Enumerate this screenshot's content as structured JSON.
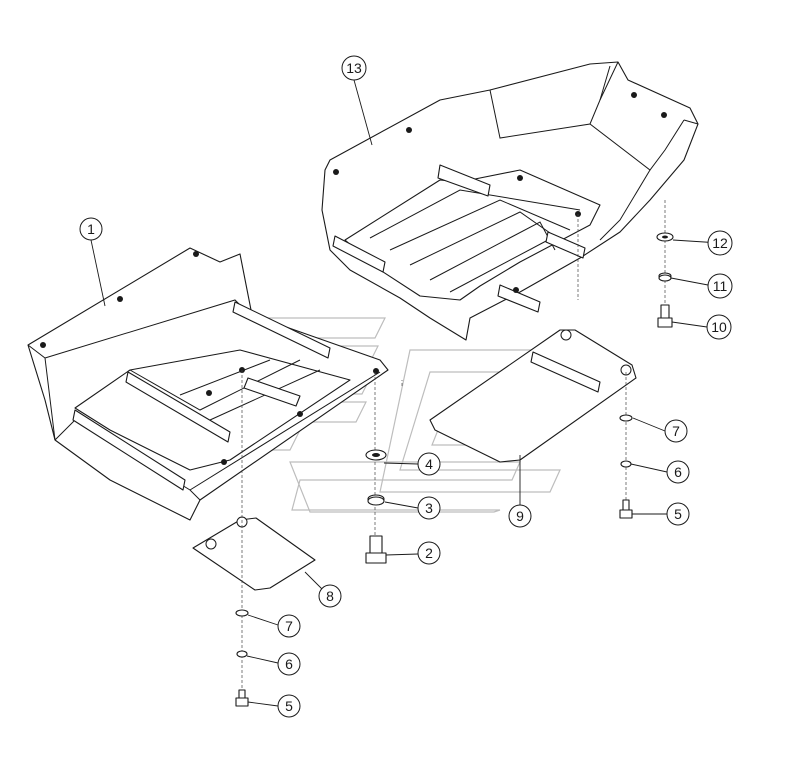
{
  "callouts": [
    {
      "id": "c1",
      "label": "1"
    },
    {
      "id": "c2",
      "label": "2"
    },
    {
      "id": "c3",
      "label": "3"
    },
    {
      "id": "c4",
      "label": "4"
    },
    {
      "id": "c5a",
      "label": "5"
    },
    {
      "id": "c5b",
      "label": "5"
    },
    {
      "id": "c6a",
      "label": "6"
    },
    {
      "id": "c6b",
      "label": "6"
    },
    {
      "id": "c7a",
      "label": "7"
    },
    {
      "id": "c7b",
      "label": "7"
    },
    {
      "id": "c8",
      "label": "8"
    },
    {
      "id": "c9",
      "label": "9"
    },
    {
      "id": "c10",
      "label": "10"
    },
    {
      "id": "c11",
      "label": "11"
    },
    {
      "id": "c12",
      "label": "12"
    },
    {
      "id": "c13",
      "label": "13"
    }
  ],
  "colors": {
    "line": "#1a1a1a",
    "watermark": "#bdbdbd",
    "background": "#ffffff"
  }
}
